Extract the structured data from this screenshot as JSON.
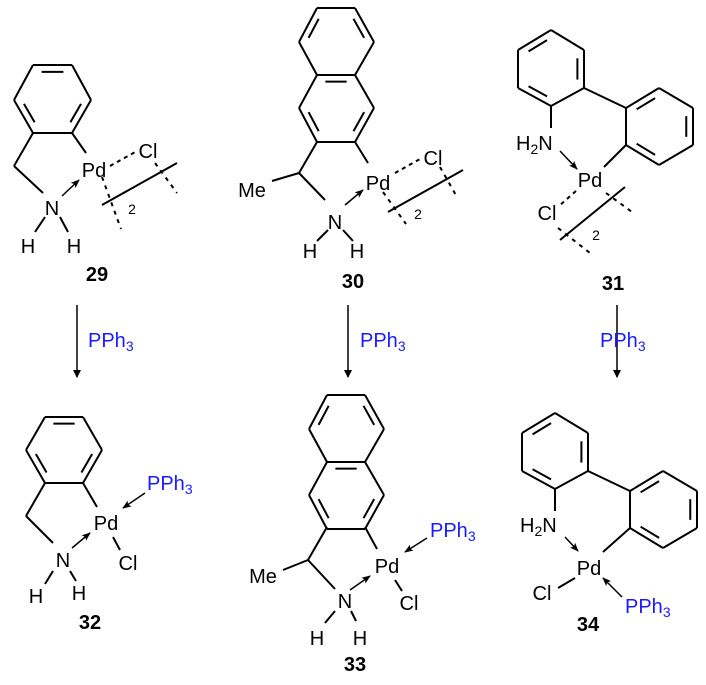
{
  "colors": {
    "bond": "#000000",
    "reagent": "#1a1aff"
  },
  "reagent": {
    "main": "PPh",
    "sub": "3"
  },
  "compounds": {
    "c29": {
      "label": "29",
      "metal": "Pd",
      "halide": "Cl",
      "amine": "N",
      "h": "H",
      "dimer": "2"
    },
    "c30": {
      "label": "30",
      "metal": "Pd",
      "halide": "Cl",
      "amine": "N",
      "h": "H",
      "methyl": "Me",
      "dimer": "2"
    },
    "c31": {
      "label": "31",
      "metal": "Pd",
      "halide": "Cl",
      "amine_h": "H",
      "amine_sub": "2",
      "amine_n": "N",
      "dimer": "2"
    },
    "c32": {
      "label": "32",
      "metal": "Pd",
      "halide": "Cl",
      "amine": "N",
      "h": "H"
    },
    "c33": {
      "label": "33",
      "metal": "Pd",
      "halide": "Cl",
      "amine": "N",
      "h": "H",
      "methyl": "Me"
    },
    "c34": {
      "label": "34",
      "metal": "Pd",
      "halide": "Cl",
      "amine_h": "H",
      "amine_sub": "2",
      "amine_n": "N"
    }
  }
}
